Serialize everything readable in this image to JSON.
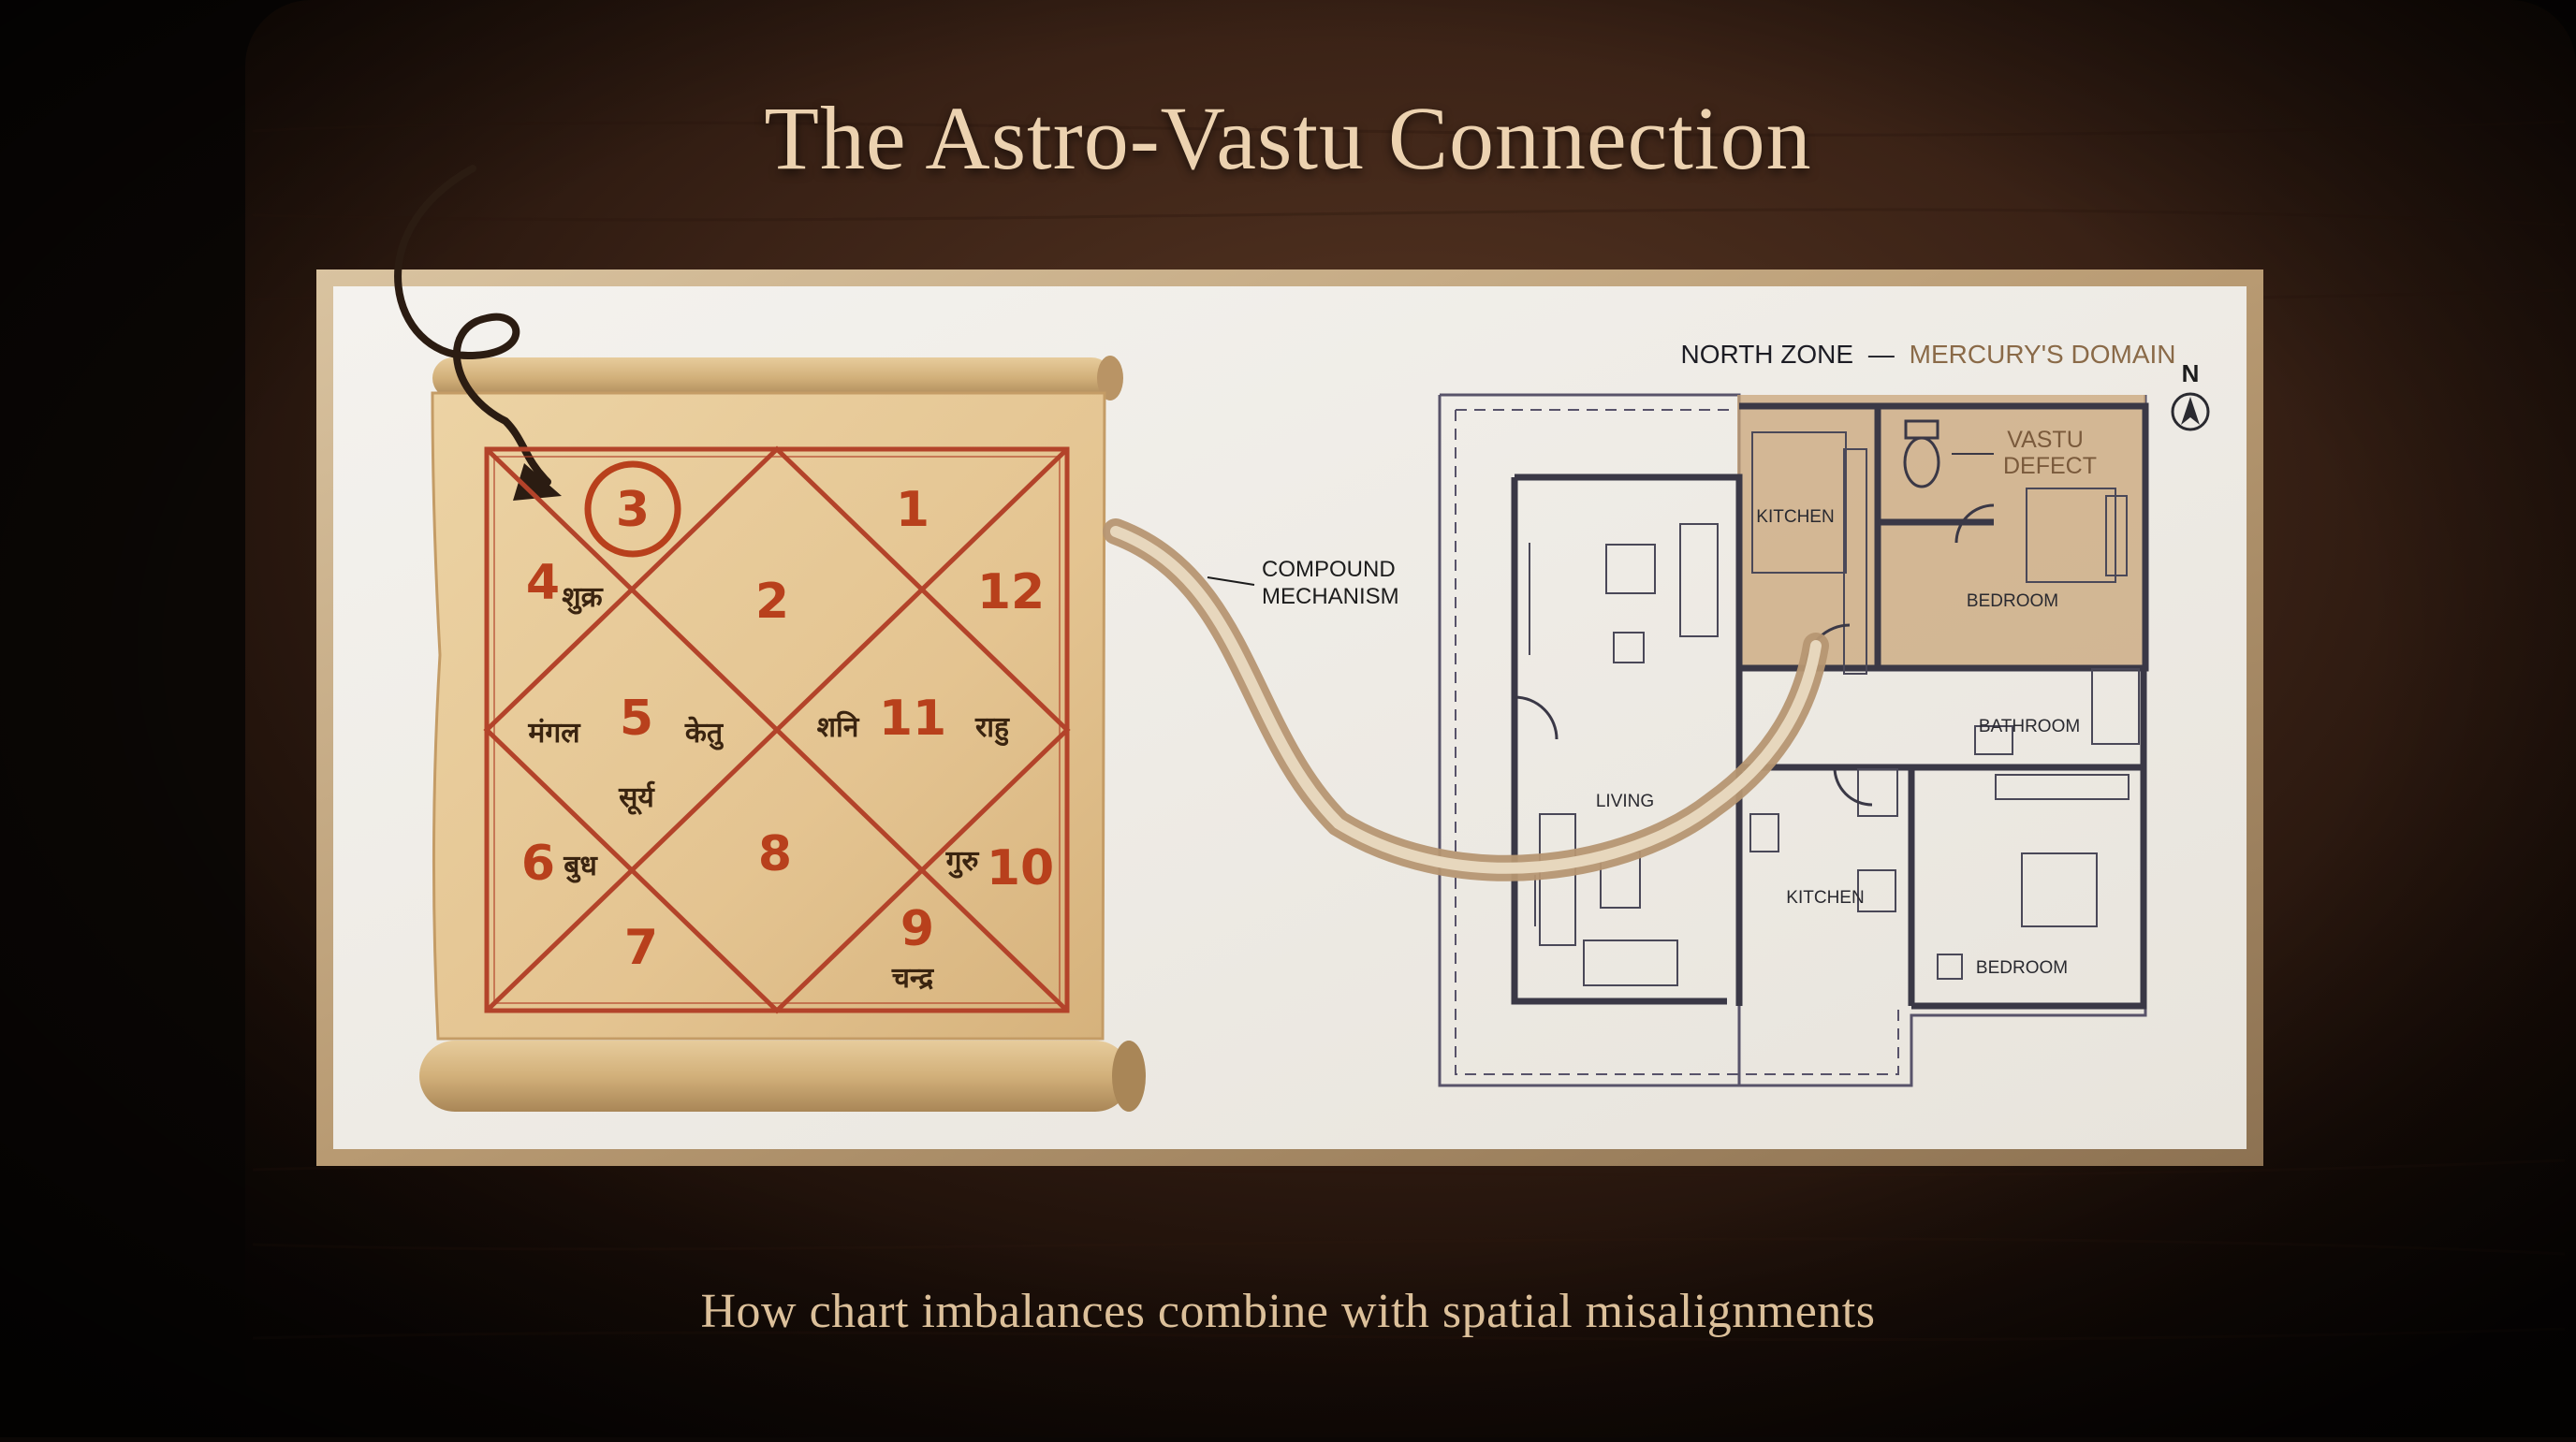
{
  "title": "The Astro-Vastu Connection",
  "subtitle": "How chart imbalances combine with spatial misalignments",
  "colors": {
    "title": "#ecd2b0",
    "house_number": "#b8401c",
    "chart_lines": "#b3432a",
    "parchment": "#ecd3a4",
    "highlight_zone": "#c9a57a",
    "zone_accent": "#8a6a48"
  },
  "chart": {
    "highlighted_house": "3",
    "houses": [
      "1",
      "2",
      "3",
      "4",
      "5",
      "6",
      "7",
      "8",
      "9",
      "10",
      "11",
      "12"
    ],
    "planets": {
      "shukra": "शुक्र",
      "mangal": "मंगल",
      "ketu": "केतु",
      "surya": "सूर्य",
      "shani": "शनि",
      "rahu": "राहु",
      "budh": "बुध",
      "guru": "गुरु",
      "chandra": "चन्द्र"
    }
  },
  "connector": {
    "label_line1": "COMPOUND",
    "label_line2": "MECHANISM"
  },
  "floorplan": {
    "zone_label": "NORTH ZONE",
    "zone_separator": "—",
    "zone_domain": "MERCURY'S DOMAIN",
    "compass": "N",
    "defect_line1": "VASTU",
    "defect_line2": "DEFECT",
    "rooms": {
      "kitchen_north": "KITCHEN",
      "bedroom_north": "BEDROOM",
      "living": "LIVING",
      "bathroom": "BATHROOM",
      "kitchen_south": "KITCHEN",
      "bedroom_south": "BEDROOM"
    }
  }
}
